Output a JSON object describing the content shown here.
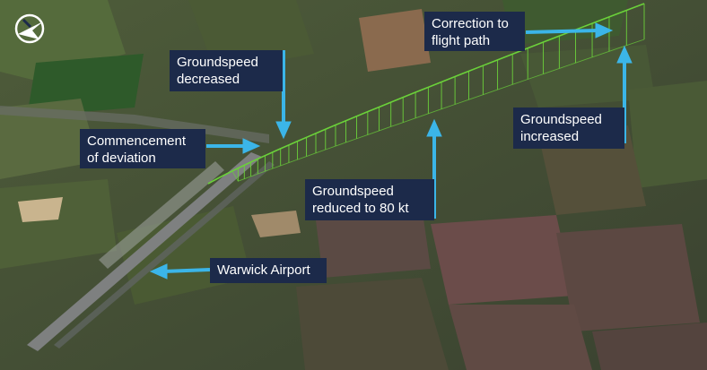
{
  "map": {
    "callouts": [
      {
        "id": "correction",
        "text": "Correction to\nflight path"
      },
      {
        "id": "gs-decreased",
        "text": "Groundspeed\ndecreased"
      },
      {
        "id": "commencement",
        "text": "Commencement\nof deviation"
      },
      {
        "id": "gs-increased",
        "text": "Groundspeed\nincreased"
      },
      {
        "id": "gs-80",
        "text": "Groundspeed\nreduced to 80 kt"
      },
      {
        "id": "airport",
        "text": "Warwick Airport"
      }
    ],
    "colors": {
      "callout_bg": "#1c2a4a",
      "arrow": "#3bb5e8",
      "flight_path": "#6bd13a"
    },
    "icons": [
      "atsb-logo-icon"
    ]
  }
}
